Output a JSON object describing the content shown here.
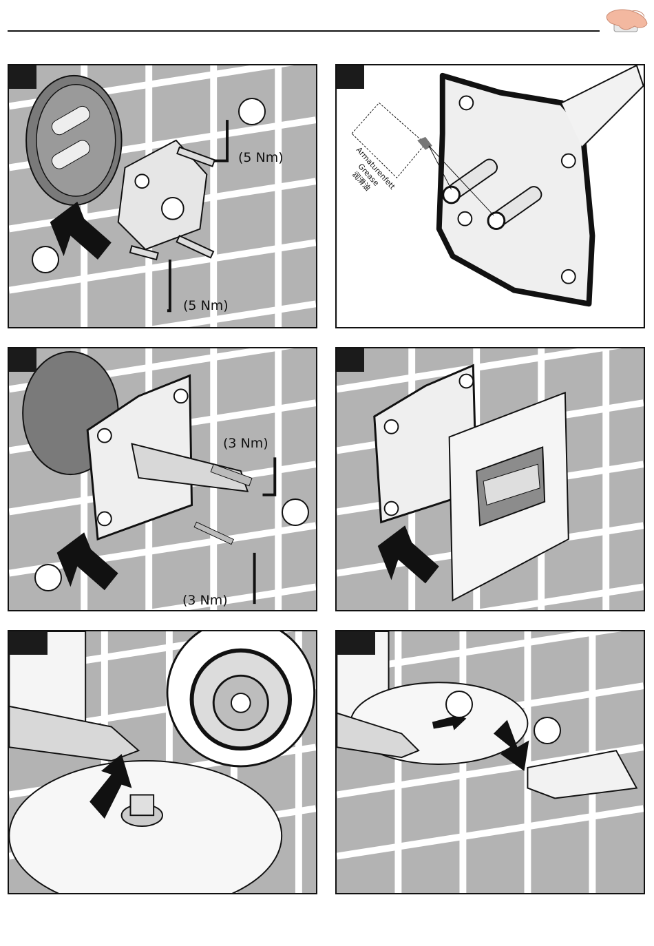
{
  "header": {
    "icon": "hand-pressing-icon"
  },
  "panels": [
    {
      "id": 1,
      "torque_labels": [
        "(5 Nm)",
        "(5 Nm)"
      ]
    },
    {
      "id": 2,
      "grease_tag": {
        "line1": "Armaturenfett",
        "line2": "Grease",
        "line3": "润滑油"
      }
    },
    {
      "id": 3,
      "torque_labels": [
        "(3 Nm)",
        "(3 Nm)"
      ]
    },
    {
      "id": 4
    },
    {
      "id": 5
    },
    {
      "id": 6
    }
  ],
  "colors": {
    "tile": "#b3b3b3",
    "grout": "#ffffff",
    "ink": "#111111",
    "part": "#e6e6e6"
  }
}
